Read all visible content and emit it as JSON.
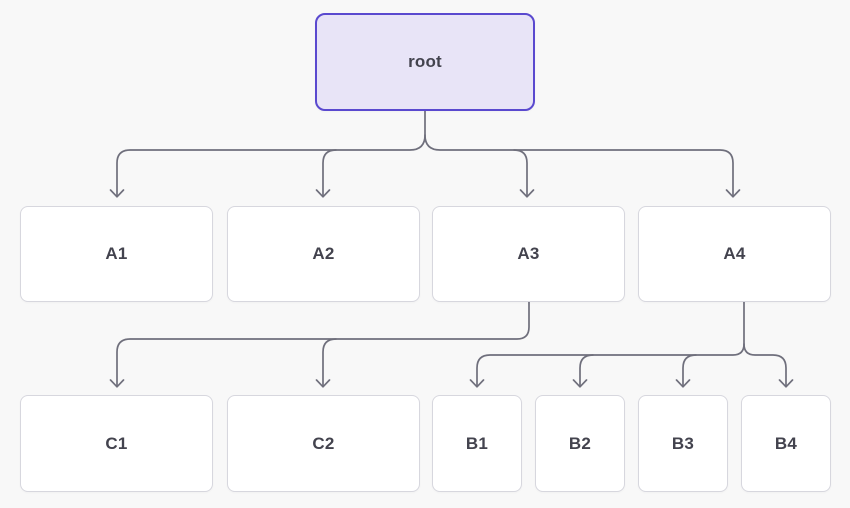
{
  "colors": {
    "background": "#f8f8f8",
    "node_fill": "#ffffff",
    "node_border": "#d7d7de",
    "root_fill": "#e8e4f7",
    "root_border": "#5a49cf",
    "text": "#43434e",
    "connector": "#6f6f7c"
  },
  "diagram": {
    "type": "tree",
    "root": {
      "label": "root"
    },
    "level1": [
      {
        "label": "A1"
      },
      {
        "label": "A2"
      },
      {
        "label": "A3"
      },
      {
        "label": "A4"
      }
    ],
    "level2": [
      {
        "label": "C1"
      },
      {
        "label": "C2"
      },
      {
        "label": "B1"
      },
      {
        "label": "B2"
      },
      {
        "label": "B3"
      },
      {
        "label": "B4"
      }
    ],
    "edges": [
      [
        "root",
        "A1"
      ],
      [
        "root",
        "A2"
      ],
      [
        "root",
        "A3"
      ],
      [
        "root",
        "A4"
      ],
      [
        "A3",
        "C1"
      ],
      [
        "A3",
        "C2"
      ],
      [
        "A4",
        "B1"
      ],
      [
        "A4",
        "B2"
      ],
      [
        "A4",
        "B3"
      ],
      [
        "A4",
        "B4"
      ]
    ],
    "arrow_style": "open-chevron-down"
  }
}
